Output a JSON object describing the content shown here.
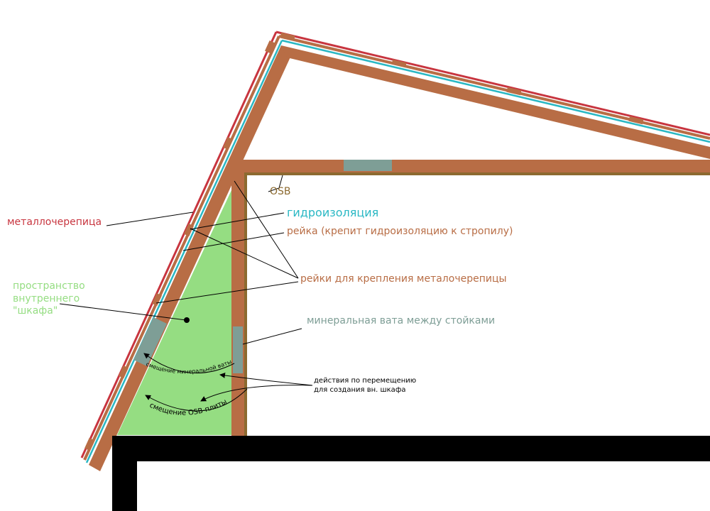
{
  "colors": {
    "wood": "#b86d45",
    "roofing": "#c8353f",
    "waterproofing": "#2ab8c4",
    "osb": "#8c6a30",
    "wool": "#7e9e96",
    "closet_space": "#95dd82",
    "structure": "#000000",
    "leader": "#000000"
  },
  "labels": {
    "osb": "OSB",
    "roofing": "металлочерепица",
    "waterproofing": "гидроизоляция",
    "batten": "рейка (крепит гидроизоляцию к стропилу)",
    "roof_battens": "рейки для крепления металочерепицы",
    "closet_space": "пространство\nвнутреннего\n\"шкафа\"",
    "mineral_wool": "минеральная вата между стойками",
    "actions": "действия по перемещению\nдля создания вн. шкафа",
    "wool_shift": "смещение минеральной ваты",
    "osb_shift": "смещение OSB-плиты"
  }
}
